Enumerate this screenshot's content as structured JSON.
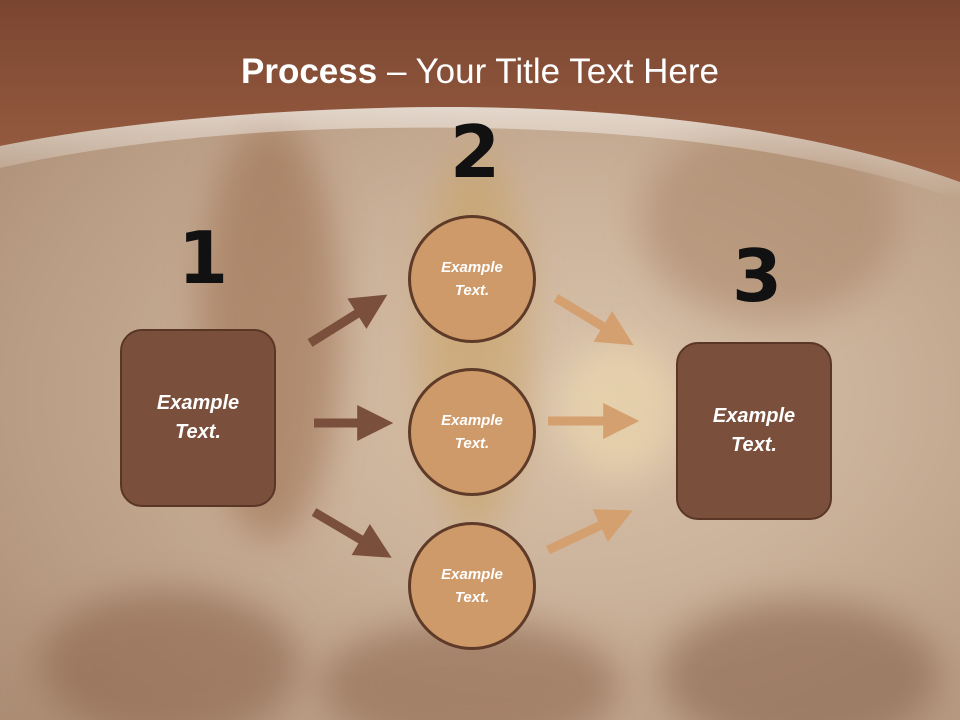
{
  "slide": {
    "title_bold": "Process",
    "title_rest": " – Your Title Text Here",
    "colors": {
      "header": "#8a5238",
      "box": "#7a4f3c",
      "circle": "#cf9a6a",
      "arrow_dark": "#7a4f3c",
      "arrow_light": "#d4a070"
    }
  },
  "steps": {
    "one": {
      "number": "1",
      "label": "Example\nText."
    },
    "two": {
      "number": "2"
    },
    "three": {
      "number": "3",
      "label": "Example\nText."
    }
  },
  "circles": [
    {
      "label": "Example\nText."
    },
    {
      "label": "Example\nText."
    },
    {
      "label": "Example\nText."
    }
  ]
}
